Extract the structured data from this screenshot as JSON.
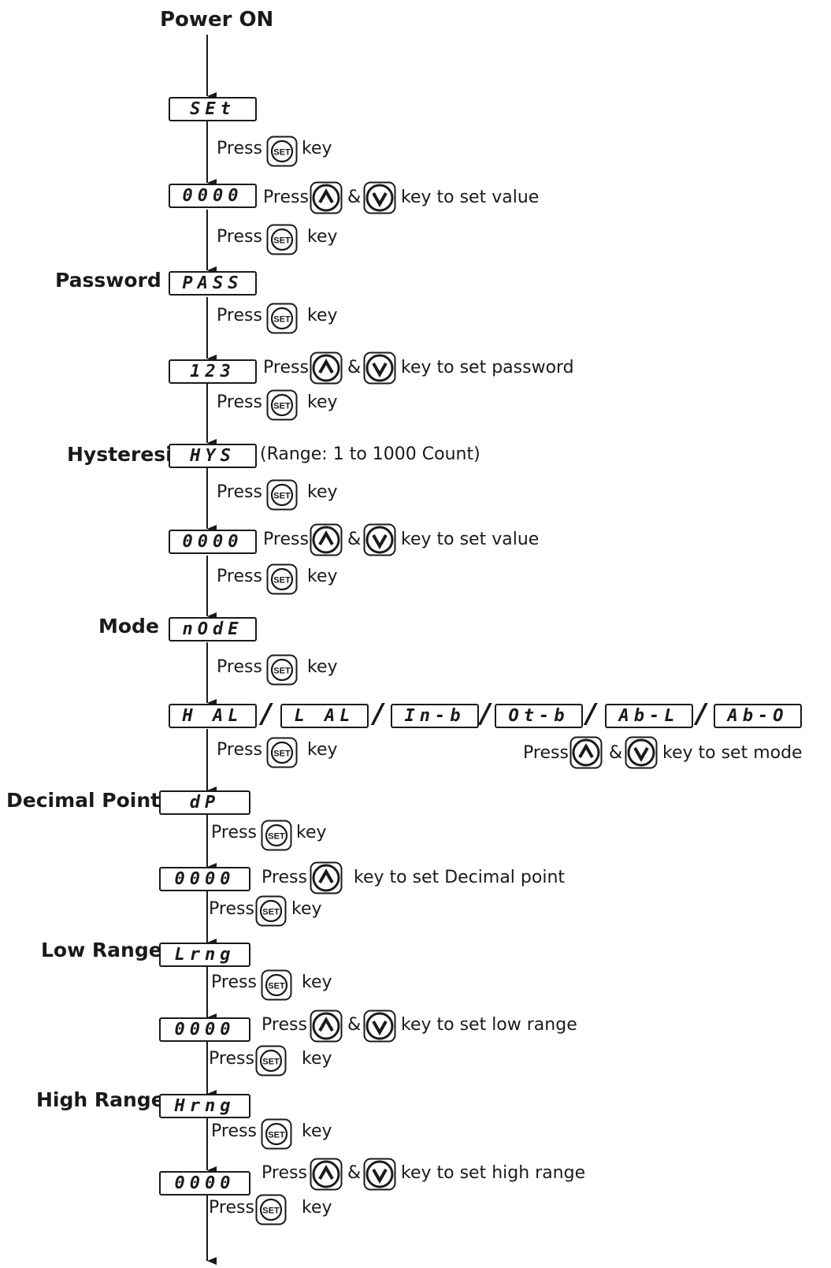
{
  "start": {
    "label": "Power ON"
  },
  "labels": {
    "password": "Password",
    "hysteresis": "Hysteresis",
    "mode": "Mode",
    "decimal_point": "Decimal Point",
    "low_range": "Low Range",
    "high_range": "High Range"
  },
  "displays": {
    "set": "SEt",
    "value_1": "0000",
    "pass": "PASS",
    "password_value": "123",
    "hys": "HYS",
    "value_2": "0000",
    "mode": "nOdE",
    "mode_hal": "H  AL",
    "mode_lal": "L  AL",
    "mode_inb": "In-b",
    "mode_otb": "Ot-b",
    "mode_abl": "Ab-L",
    "mode_abo": "Ab-O",
    "dp": "dP",
    "value_dp": "0000",
    "lrng": "Lrng",
    "value_low": "0000",
    "hrng": "Hrng",
    "value_high": "0000"
  },
  "keys": {
    "set": "SET",
    "up": "up-arrow-key",
    "down": "down-arrow-key"
  },
  "text": {
    "press": "Press",
    "key": "key",
    "amp": "&",
    "slash": "/",
    "set_value": "key to set value",
    "set_password": "key to set password",
    "range_note": "(Range: 1 to 1000 Count)",
    "set_mode": "key to set mode",
    "set_decimal": "key to set Decimal point",
    "set_low": "key to set low range",
    "set_high": "key to set high range"
  }
}
